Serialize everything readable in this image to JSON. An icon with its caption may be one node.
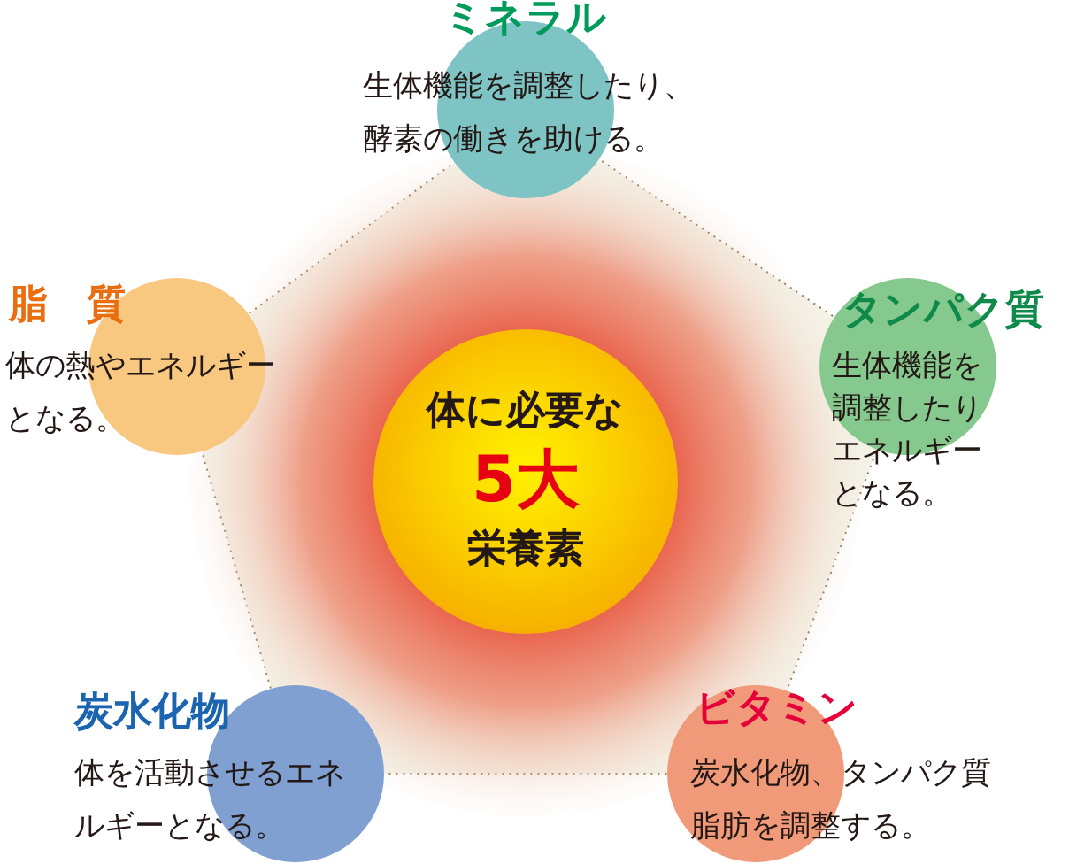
{
  "diagram": {
    "nodes": [
      {
        "text": [
          "ミネラル",
          "生体機能を調整したり、酵素の働きを助ける。"
        ]
      },
      {
        "text": [
          "脂　質",
          "体の熱やエネルギーとなる。"
        ]
      },
      {
        "text": [
          "体に必要な",
          "5大",
          "栄養素"
        ]
      },
      {
        "text": [
          "タンパク質",
          "生体機能を調整したりエネルギーとなる。"
        ]
      },
      {
        "text": [
          "炭水化物",
          "体を活動させるエネルギーとなる。"
        ]
      },
      {
        "text": [
          "ビタミン",
          "炭水化物、タンパク質脂肪を調整する。"
        ]
      }
    ]
  }
}
